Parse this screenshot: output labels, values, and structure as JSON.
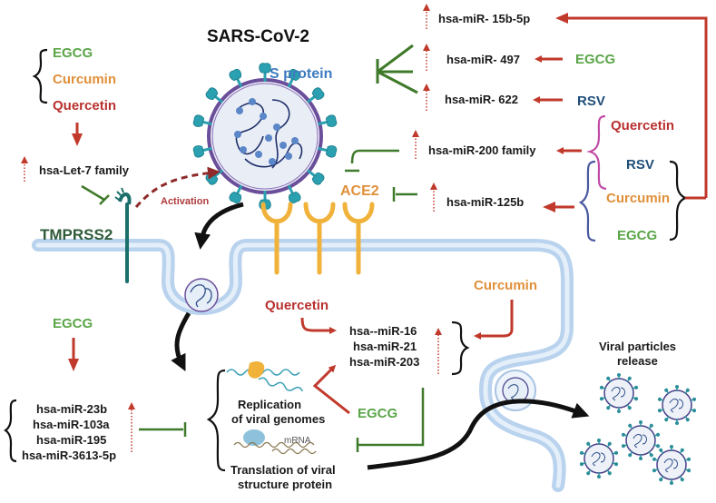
{
  "title": "SARS-CoV-2",
  "labels": {
    "s_protein": "S protein",
    "ace2": "ACE2",
    "tmprss2": "TMPRSS2",
    "activation": "Activation",
    "viral_release_line1": "Viral particles",
    "viral_release_line2": "release",
    "replication_line1": "Replication",
    "replication_line2": "of viral genomes",
    "mrna": "mRNA",
    "translation_line1": "Translation of viral",
    "translation_line2": "structure protein"
  },
  "top_left_group": {
    "compounds": [
      "EGCG",
      "Curcumin",
      "Quercetin"
    ],
    "target": "hsa-Let-7 family"
  },
  "s_protein_mirnas": [
    {
      "name": "hsa-miR- 15b-5p",
      "compound": ""
    },
    {
      "name": "hsa-miR- 497",
      "compound": "EGCG"
    },
    {
      "name": "hsa-miR- 622",
      "compound": "RSV"
    }
  ],
  "ace2_mirnas": [
    {
      "name": "hsa-miR-200 family"
    },
    {
      "name": "hsa-miR-125b"
    }
  ],
  "right_compounds": {
    "quercetin": "Quercetin",
    "rsv": "RSV",
    "curcumin": "Curcumin",
    "egcg": "EGCG"
  },
  "middle_group": {
    "quercetin": "Quercetin",
    "curcumin": "Curcumin",
    "egcg": "EGCG",
    "mirnas": [
      "hsa--miR-16",
      "hsa-miR-21",
      "hsa-miR-203"
    ]
  },
  "bottom_left_group": {
    "compound": "EGCG",
    "mirnas": [
      "hsa-miR-23b",
      "hsa-miR-103a",
      "hsa-miR-195",
      "hsa-miR-3613-5p"
    ]
  },
  "colors": {
    "egcg": "#5aa548",
    "curcumin": "#e0903a",
    "quercetin": "#b8312f",
    "rsv": "#1f4e79",
    "upregulation_arrow": "#c0392b",
    "inhibition": "#3f7a2a",
    "membrane": "#b9d3ee",
    "spike": "#2aa0b0"
  }
}
